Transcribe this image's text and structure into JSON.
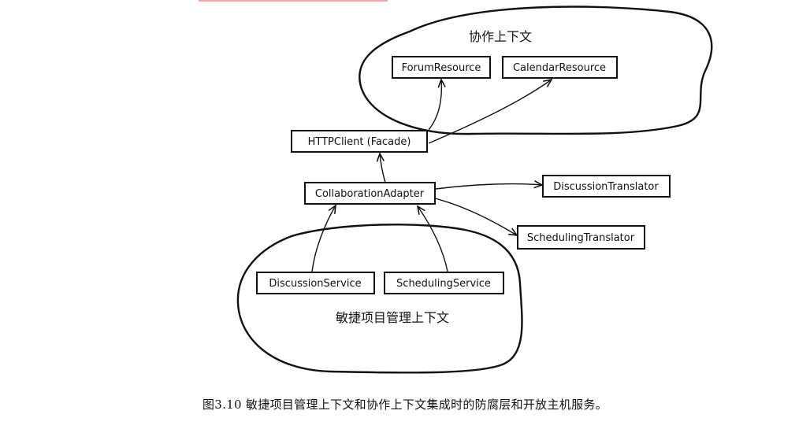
{
  "diagram": {
    "contexts": {
      "collaboration": "协作上下文",
      "agile_pm": "敏捷项目管理上下文"
    },
    "nodes": {
      "forum_resource": "ForumResource",
      "calendar_resource": "CalendarResource",
      "http_client": "HTTPClient (Facade)",
      "collaboration_adapter": "CollaborationAdapter",
      "discussion_translator": "DiscussionTranslator",
      "scheduling_translator": "SchedulingTranslator",
      "discussion_service": "DiscussionService",
      "scheduling_service": "SchedulingService"
    }
  },
  "caption": "图3.10 敏捷项目管理上下文和协作上下文集成时的防腐层和开放主机服务。"
}
